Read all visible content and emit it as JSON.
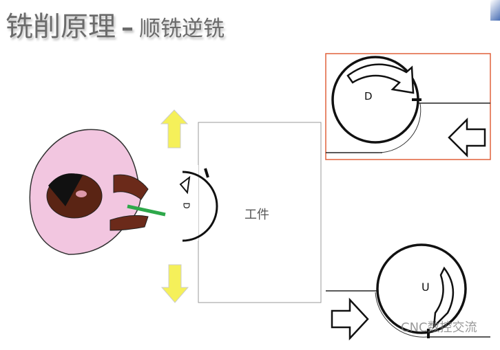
{
  "title": {
    "main": "铣削原理",
    "dash": "–",
    "sub": "顺铣逆铣"
  },
  "labels": {
    "workpiece": "工件",
    "cutter_down": "D",
    "cutter_up": "U",
    "cutter_center": "D"
  },
  "watermark": "CNC数控交流",
  "colors": {
    "frame_highlight": "#e0603a",
    "arrow_yellow": "#f5f05a",
    "skin": "#6b2a1a",
    "shirt": "#f2c6e0"
  }
}
